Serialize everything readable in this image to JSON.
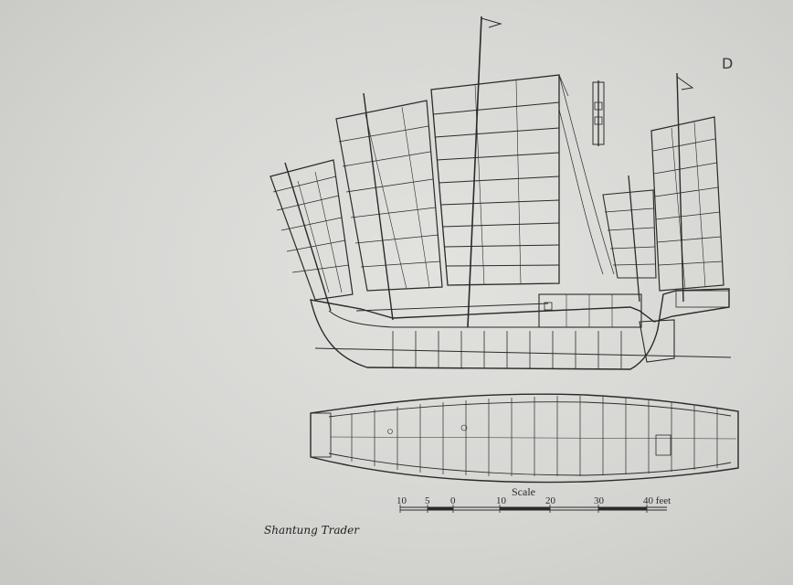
{
  "caption": "Shantung Trader",
  "scale": {
    "title": "Scale",
    "ticks": [
      "10",
      "5",
      "0",
      "10",
      "20",
      "30",
      "40 feet"
    ]
  },
  "corner_mark": "D"
}
